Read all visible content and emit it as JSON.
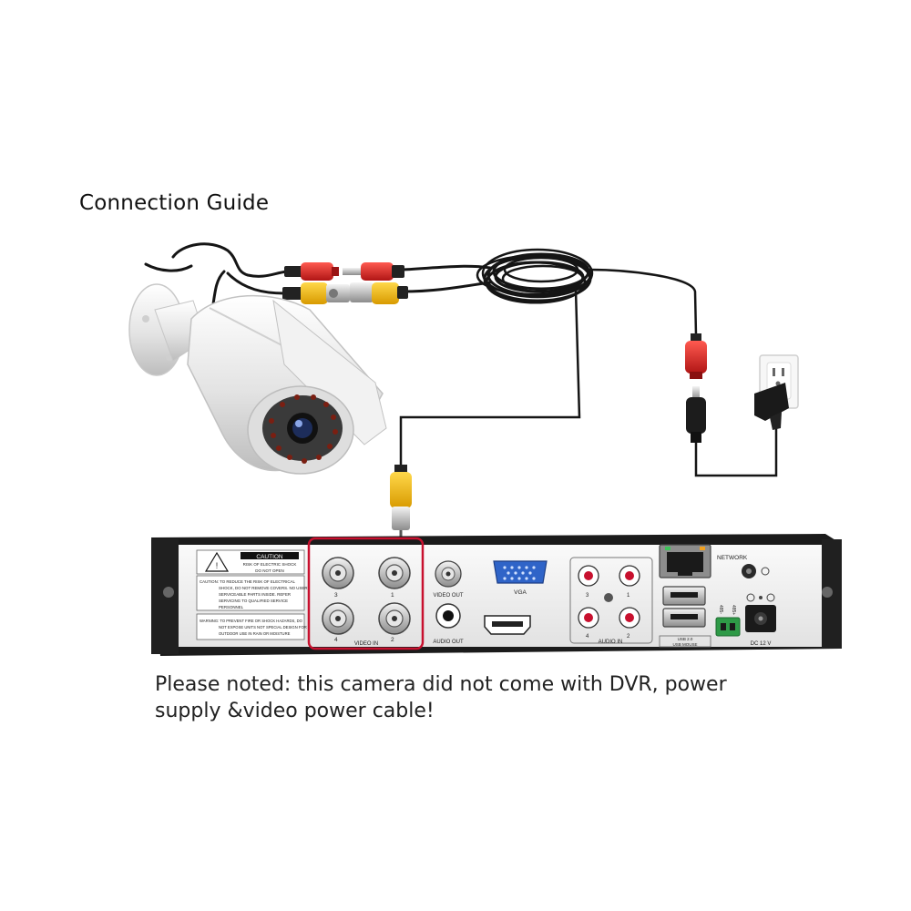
{
  "title": "Connection Guide",
  "note": "Please noted: this camera did not come with DVR, power supply &video power cable!",
  "dvr": {
    "caution_heading": "CAUTION",
    "caution_sub1": "RISK OF ELECTRIC SHOCK",
    "caution_sub2": "DO NOT OPEN",
    "caution_text": [
      "CAUTION: TO REDUCE THE RISK OF ELECTRICAL",
      "SHOCK, DO NOT REMOVE COVERS. NO USER",
      "SERVICEABLE PARTS INSIDE. REFER",
      "SERVICING TO QUALIFIED SERVICE",
      "PERSONNEL"
    ],
    "warning_text": [
      "WARNING: TO PREVENT FIRE OR SHOCK HAZARDS, DO",
      "NOT EXPOSE UNITS NOT SPECIAL DESIGN FOR",
      "OUTDOOR USE IN RAIN OR MOISTURE"
    ],
    "video_in_label": "VIDEO IN",
    "video_in_numbers": [
      "3",
      "1",
      "4",
      "2"
    ],
    "video_out_label": "VIDEO OUT",
    "audio_out_label": "AUDIO OUT",
    "vga_label": "VGA",
    "audio_in_label": "AUDIO IN",
    "audio_in_numbers": [
      "3",
      "1",
      "4",
      "2"
    ],
    "network_label": "NETWORK",
    "usb_label_1": "USB 2.0",
    "usb_label_2": "USB MOUSE",
    "rs485_a": "485-",
    "rs485_b": "485+",
    "dc_label": "DC 12 V"
  },
  "colors": {
    "highlight": "#c8102e",
    "cable": "#151515",
    "bnc_yellow": "#f2b705",
    "power_red": "#d8262b",
    "camera_body": "#e9e9e9",
    "dvr_panel": "#f2f2f2"
  }
}
